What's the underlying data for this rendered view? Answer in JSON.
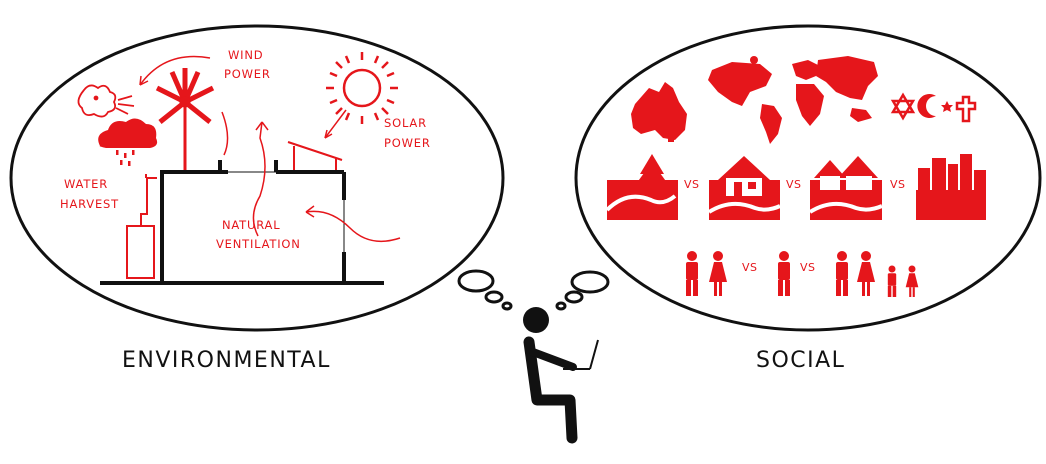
{
  "colors": {
    "accent": "#e5161b",
    "ink": "#111111",
    "background": "#ffffff"
  },
  "environmental": {
    "title": "ENVIRONMENTAL",
    "wind_power": [
      "WIND",
      "POWER"
    ],
    "solar_power": [
      "SOLAR",
      "POWER"
    ],
    "water_harvest": [
      "WATER",
      "HARVEST"
    ],
    "natural_ventilation": [
      "NATURAL",
      "VENTILATION"
    ]
  },
  "social": {
    "title": "SOCIAL",
    "settlement_row": [
      "VS",
      "VS",
      "VS"
    ],
    "people_row": [
      "VS",
      "VS"
    ]
  }
}
